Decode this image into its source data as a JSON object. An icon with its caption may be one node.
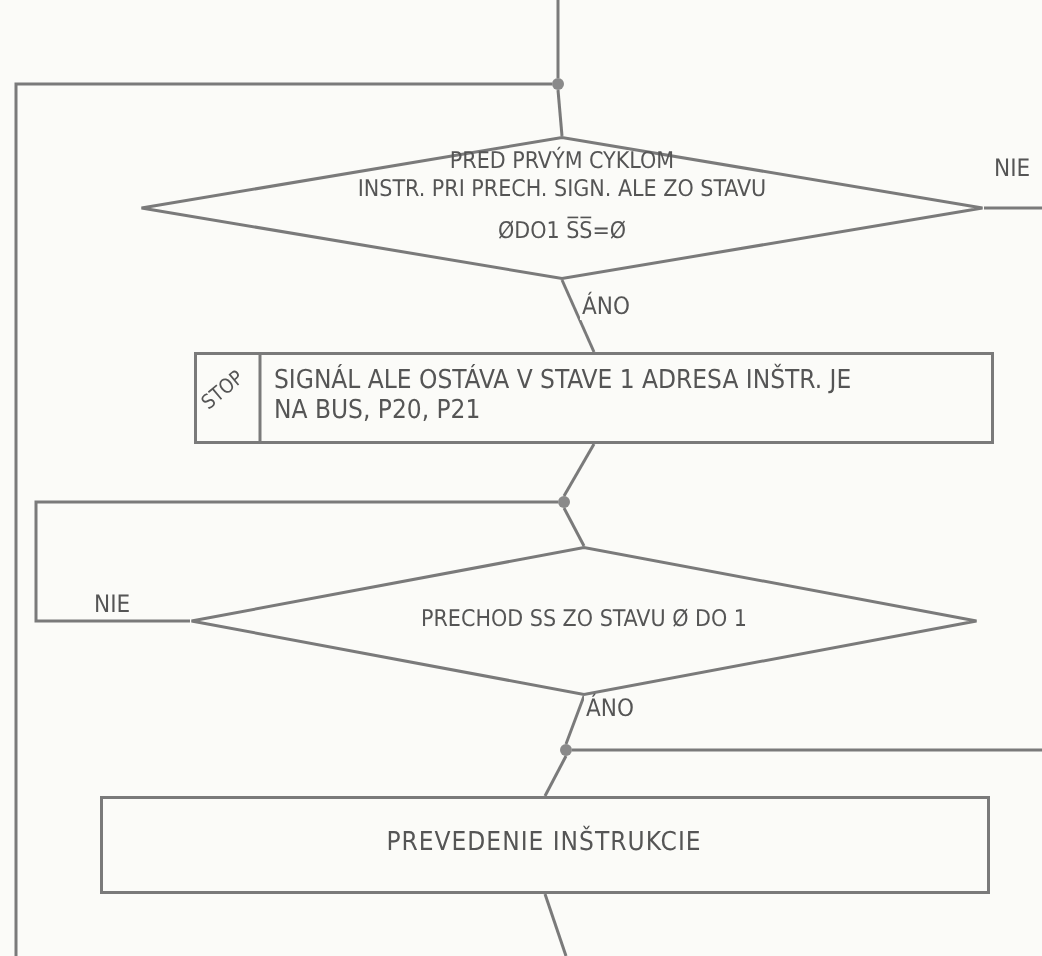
{
  "diagram": {
    "nodes": [
      {
        "text": [],
        "shape": "circle"
      },
      {
        "text": [
          "PRED PRVÝM CYKLOM",
          "INSTR. PRI PRECH. SIGN. ALE ZO STAVU",
          "ØDO1 S̅S̅=Ø"
        ]
      },
      {
        "text": [
          "STOP",
          "SIGNÁL ALE OSTÁVA V STAVE 1 ADRESA INŠTR. JE NA BUS, P20, P21"
        ]
      },
      {
        "text": [],
        "shape": "circle"
      },
      {
        "text": [
          "PRECHOD SS ZO STAVU Ø DO 1"
        ]
      },
      {
        "text": [],
        "shape": "circle"
      },
      {
        "text": [
          "PREVEDENIE INŠTRUKCIE"
        ]
      }
    ],
    "edges": [
      {
        "from": null,
        "to": 0,
        "arrow": "none"
      },
      {
        "from": 0,
        "to": 1,
        "arrow": "none"
      },
      {
        "from": 1,
        "to": null,
        "arrow": "none",
        "label": "NIE"
      },
      {
        "from": 1,
        "to": 2,
        "arrow": "none",
        "label": "ÁNO"
      },
      {
        "from": 2,
        "to": 3,
        "arrow": "none"
      },
      {
        "from": 3,
        "to": 4,
        "arrow": "none"
      },
      {
        "from": 4,
        "to": 3,
        "arrow": "none",
        "label": "NIE"
      },
      {
        "from": 4,
        "to": 5,
        "arrow": "none",
        "label": "ÁNO"
      },
      {
        "from": null,
        "to": 5,
        "arrow": "none"
      },
      {
        "from": 5,
        "to": 6,
        "arrow": "none"
      },
      {
        "from": 6,
        "to": null,
        "arrow": "none"
      },
      {
        "from": null,
        "to": 0,
        "arrow": "none"
      }
    ]
  }
}
